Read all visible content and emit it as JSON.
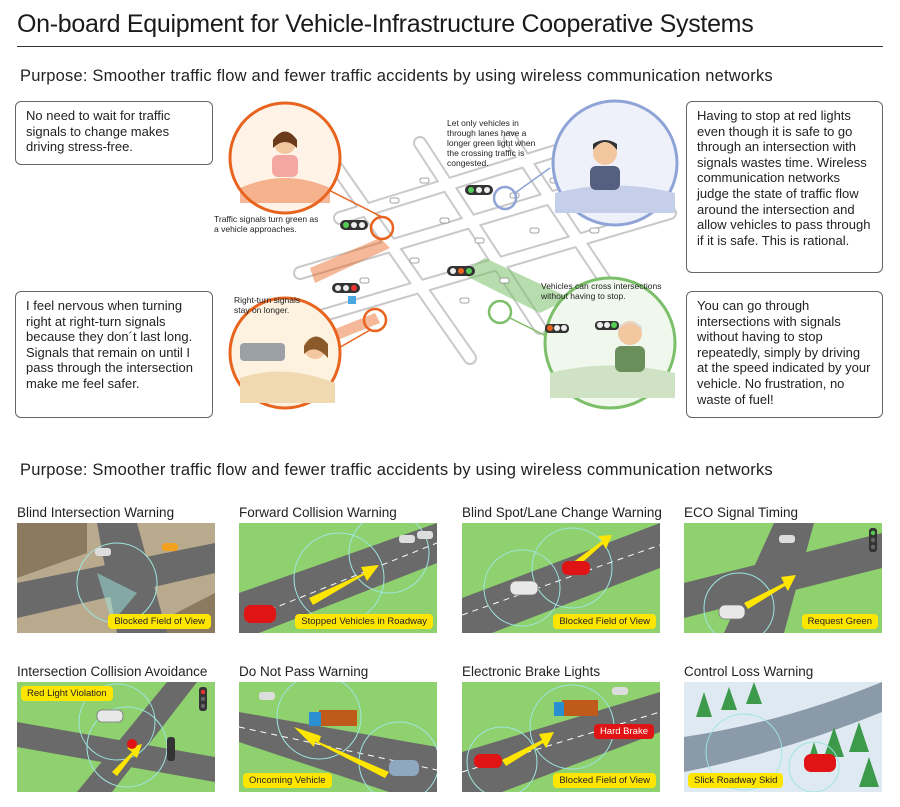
{
  "title": "On-board Equipment for Vehicle-Infrastructure Cooperative Systems",
  "purpose_1": "Purpose: Smoother traffic flow and fewer traffic accidents by using wireless communication networks",
  "purpose_2": "Purpose: Smoother traffic flow and fewer traffic accidents by using wireless communication networks",
  "bubbles": {
    "top_left": "No need to wait for traffic signals to change makes driving stress-free.",
    "bottom_left": "I feel nervous when turning right at right-turn signals because they don´t last long. Signals that remain on until I pass through the intersection make me feel safer.",
    "top_right": "Having to stop at red lights even though it is safe to go through an intersection with signals wastes time. Wireless communication networks judge the state of traffic flow around the intersection and allow vehicles to pass through if it is safe. This is rational.",
    "bottom_right": "You can go through intersections with signals without having to stop repeatedly, simply by driving at the speed indicated by your vehicle. No frustration, no waste of fuel!"
  },
  "notes": {
    "green_light": "Let only vehicles in through lanes have a longer green light when the crossing traffic is congested.",
    "turn_green": "Traffic signals turn green as a vehicle approaches.",
    "right_turn": "Right-turn signals stay on longer.",
    "cross": "Vehicles can cross intersections without having to stop."
  },
  "panels": [
    {
      "title": "Blind Intersection Warning",
      "tag": "Blocked Field of View",
      "tag_color": "#ffe600"
    },
    {
      "title": "Forward Collision Warning",
      "tag": "Stopped Vehicles in Roadway",
      "tag_color": "#ffe600"
    },
    {
      "title": "Blind Spot/Lane Change Warning",
      "tag": "Blocked Field of View",
      "tag_color": "#ffe600"
    },
    {
      "title": "ECO Signal Timing",
      "tag": "Request Green",
      "tag_color": "#ffe600"
    },
    {
      "title": "Intersection Collision Avoidance",
      "tag": "Red Light Violation",
      "tag_color": "#ffe600"
    },
    {
      "title": "Do Not Pass Warning",
      "tag": "Oncoming Vehicle",
      "tag_color": "#ffe600"
    },
    {
      "title": "Electronic Brake Lights",
      "tag": "Blocked Field of View",
      "tag_color": "#ffe600",
      "tag2": "Hard Brake",
      "tag2_color": "#e01414"
    },
    {
      "title": "Control Loss Warning",
      "tag": "Slick Roadway Skid",
      "tag_color": "#ffe600"
    }
  ],
  "colors": {
    "orange": "#e8641e",
    "blue": "#8ea3d6",
    "green": "#7cbf6a",
    "grass": "#8fd06f",
    "road": "#666666",
    "arrow": "#ffe600"
  }
}
